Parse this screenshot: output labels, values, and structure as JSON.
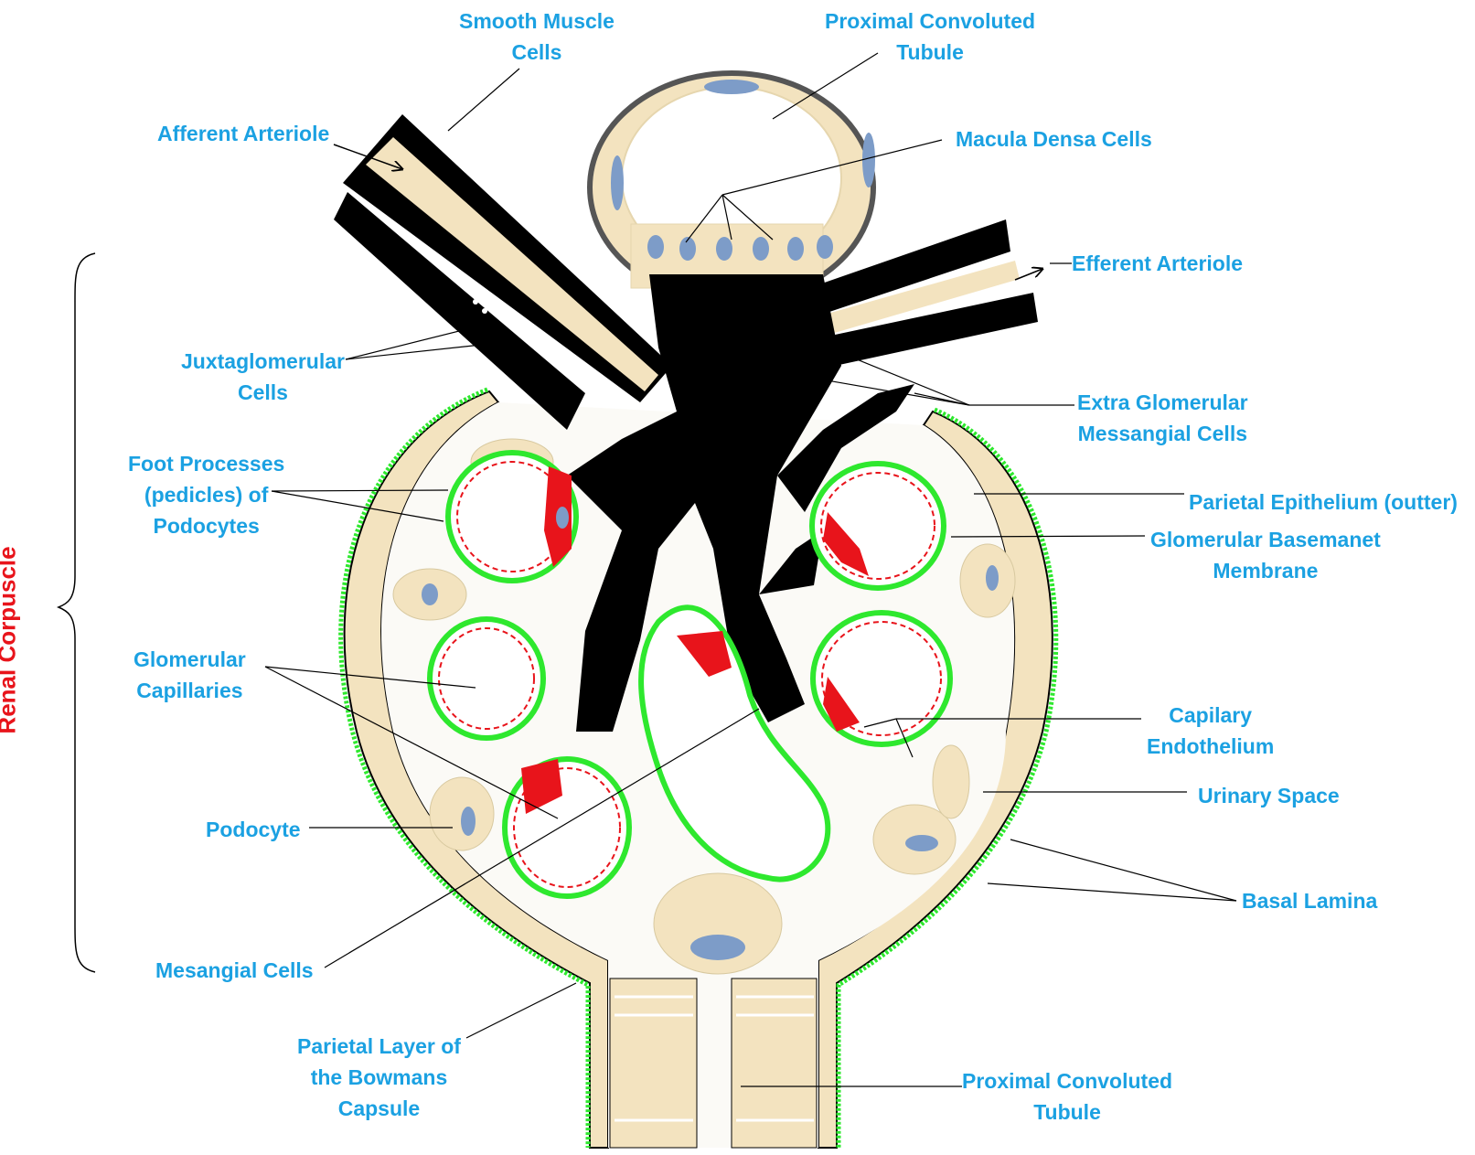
{
  "labels": {
    "smooth_muscle": [
      "Smooth Muscle",
      "Cells"
    ],
    "pct_top": [
      "Proximal Convoluted",
      "Tubule"
    ],
    "afferent": [
      "Afferent Arteriole"
    ],
    "macula_densa": [
      "Macula Densa Cells"
    ],
    "efferent": [
      "Efferent Arteriole"
    ],
    "juxtaglomerular": [
      "Juxtaglomerular",
      "Cells"
    ],
    "extraglomerular": [
      "Extra Glomerular",
      "Messangial Cells"
    ],
    "foot_processes": [
      "Foot Processes",
      "(pedicles) of",
      "Podocytes"
    ],
    "parietal_epithelium": [
      "Parietal Epithelium (outter)"
    ],
    "gbm": [
      "Glomerular Basemanet",
      "Membrane"
    ],
    "glomerular_capillaries": [
      "Glomerular",
      "Capillaries"
    ],
    "capillary_endothelium": [
      "Capilary",
      "Endothelium"
    ],
    "urinary_space": [
      "Urinary Space"
    ],
    "podocyte": [
      "Podocyte"
    ],
    "basal_lamina": [
      "Basal Lamina"
    ],
    "mesangial": [
      "Mesangial Cells"
    ],
    "parietal_layer": [
      "Parietal Layer of",
      "the Bowmans",
      "Capsule"
    ],
    "pct_bottom": [
      "Proximal Convoluted",
      "Tubule"
    ],
    "renal_corpuscle": "Renal Corpuscle"
  },
  "colors": {
    "label": "#1ba1e2",
    "title": "#e8141b",
    "tissue": "#f3e3bf",
    "mesangium": "#000000",
    "basement_membrane": "#2ee82e",
    "blood": "#e8141b",
    "nucleus": "#7d9cc8"
  }
}
